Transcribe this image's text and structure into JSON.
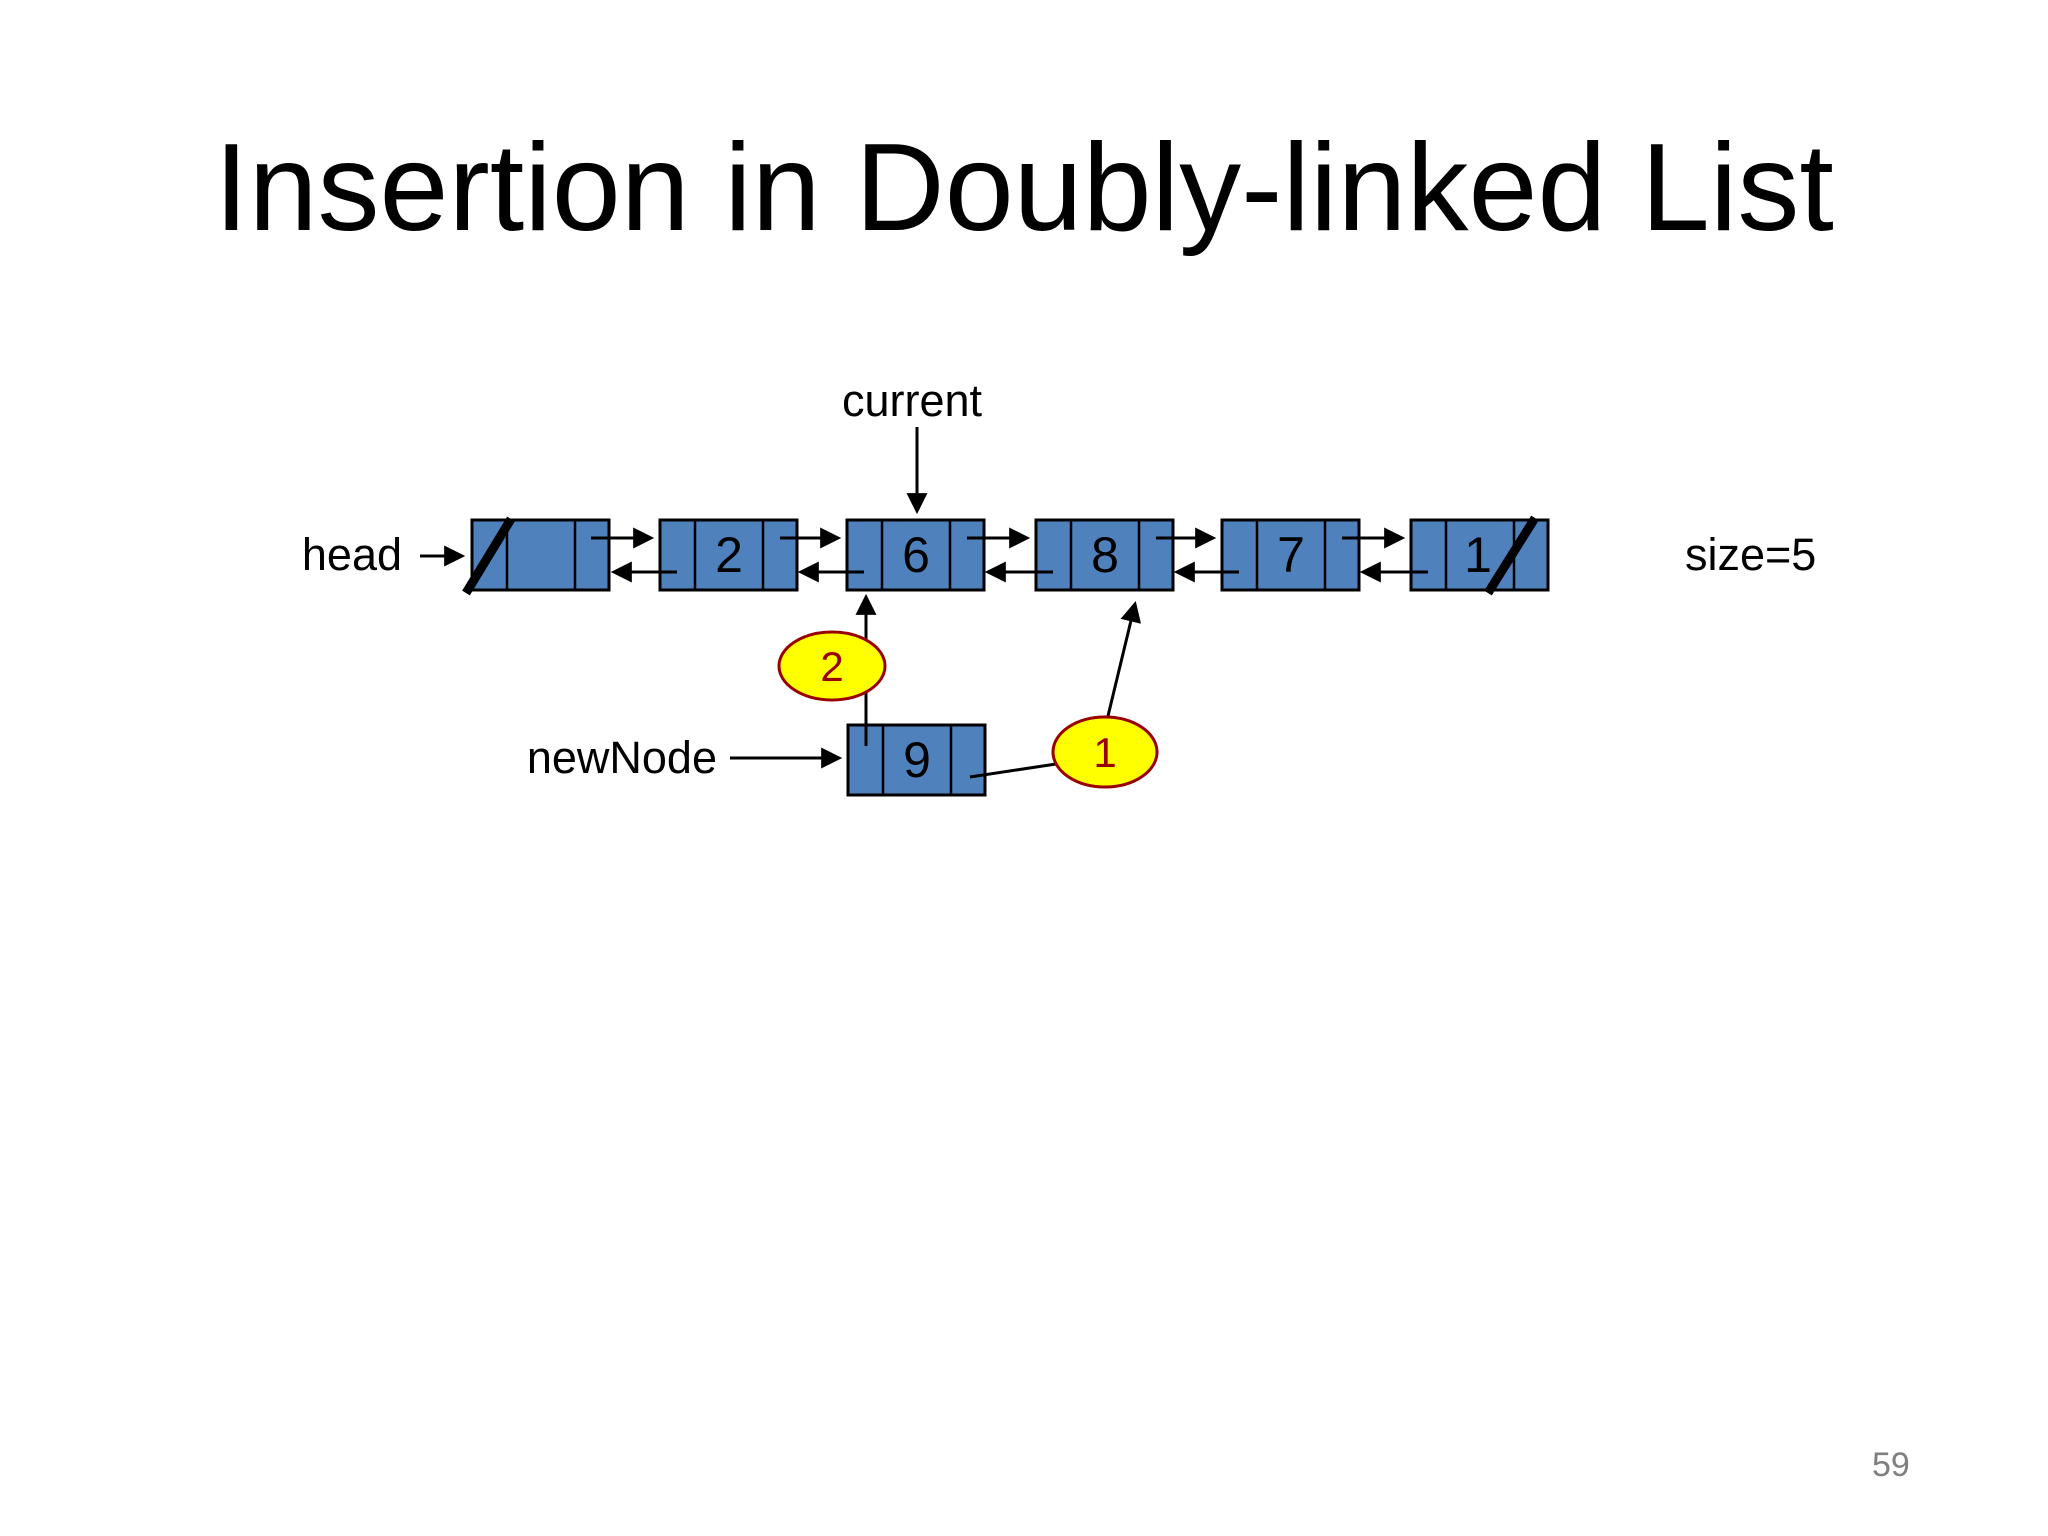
{
  "slide": {
    "title": "Insertion in Doubly-linked List",
    "page_number": "59",
    "labels": {
      "current": "current",
      "head": "head",
      "new_node": "newNode",
      "size": "size=5"
    },
    "list": {
      "nodes": [
        {
          "value": "",
          "prev_null": true
        },
        {
          "value": "2"
        },
        {
          "value": "6"
        },
        {
          "value": "8"
        },
        {
          "value": "7"
        },
        {
          "value": "1",
          "next_null": true
        }
      ]
    },
    "new_node": {
      "value": "9"
    },
    "steps": [
      {
        "label": "1"
      },
      {
        "label": "2"
      }
    ],
    "colors": {
      "node_fill": "#4F81BD",
      "node_border": "#000000",
      "arrow": "#000000",
      "step_fill": "#FFFF00",
      "step_stroke": "#990000",
      "step_text": "#990000",
      "page_number": "#7F7F7F",
      "background": "#FFFFFF"
    }
  }
}
